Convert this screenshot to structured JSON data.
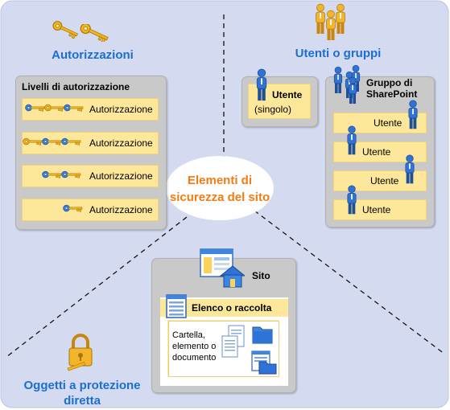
{
  "center_label": {
    "line1": "Elementi di",
    "line2": "sicurezza del sito"
  },
  "autorizzazioni": {
    "title": "Autorizzazioni",
    "panel_title": "Livelli di autorizzazione",
    "rows": [
      "Autorizzazione",
      "Autorizzazione",
      "Autorizzazione",
      "Autorizzazione"
    ]
  },
  "utenti": {
    "title": "Utenti o gruppi",
    "single": {
      "title": "Utente",
      "subtitle": "(singolo)"
    },
    "group": {
      "title_line1": "Gruppo di",
      "title_line2": "SharePoint",
      "rows": [
        "Utente",
        "Utente",
        "Utente",
        "Utente"
      ]
    }
  },
  "oggetti": {
    "title_line1": "Oggetti a protezione",
    "title_line2": "diretta",
    "site_label": "Sito",
    "list_label": "Elenco o raccolta",
    "item_line1": "Cartella,",
    "item_line2": "elemento o",
    "item_line3": "documento"
  },
  "colors": {
    "quadrant_fill": "#d4daf0",
    "title_blue": "#1a6fd1",
    "center_orange": "#f07c12",
    "row_yellow": "#fde79a",
    "panel_gray": "#c9c9c9"
  }
}
